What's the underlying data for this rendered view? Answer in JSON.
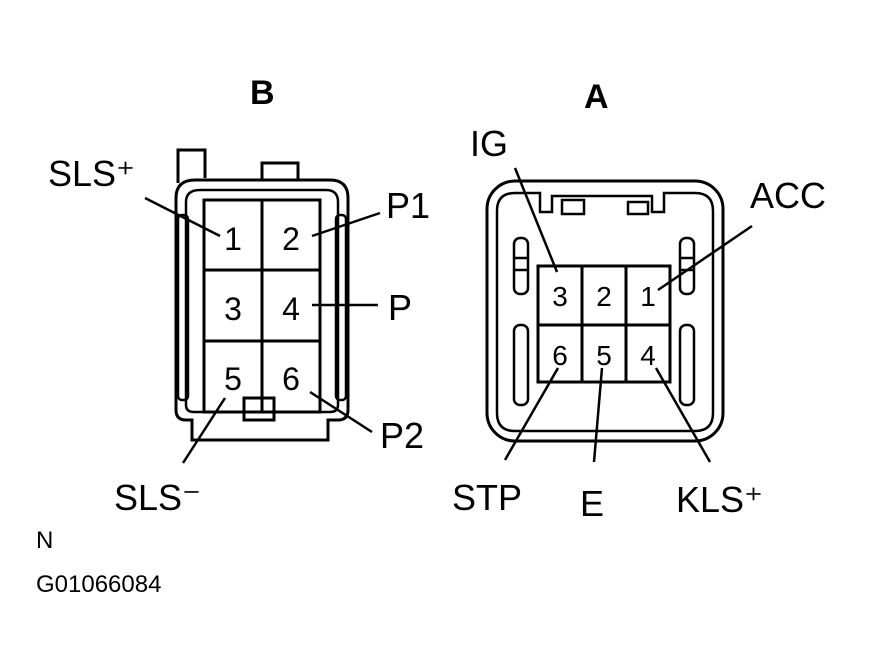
{
  "connector_b": {
    "title": "B",
    "pins": [
      "1",
      "2",
      "3",
      "4",
      "5",
      "6"
    ],
    "labels": {
      "sls_plus": "SLS⁺",
      "p1": "P1",
      "p": "P",
      "p2": "P2",
      "sls_minus": "SLS⁻"
    }
  },
  "connector_a": {
    "title": "A",
    "pins": [
      "3",
      "2",
      "1",
      "6",
      "5",
      "4"
    ],
    "labels": {
      "ig": "IG",
      "acc": "ACC",
      "stp": "STP",
      "e": "E",
      "kls_plus": "KLS⁺"
    }
  },
  "footer": {
    "view_letter": "N",
    "figure_code": "G01066084"
  }
}
